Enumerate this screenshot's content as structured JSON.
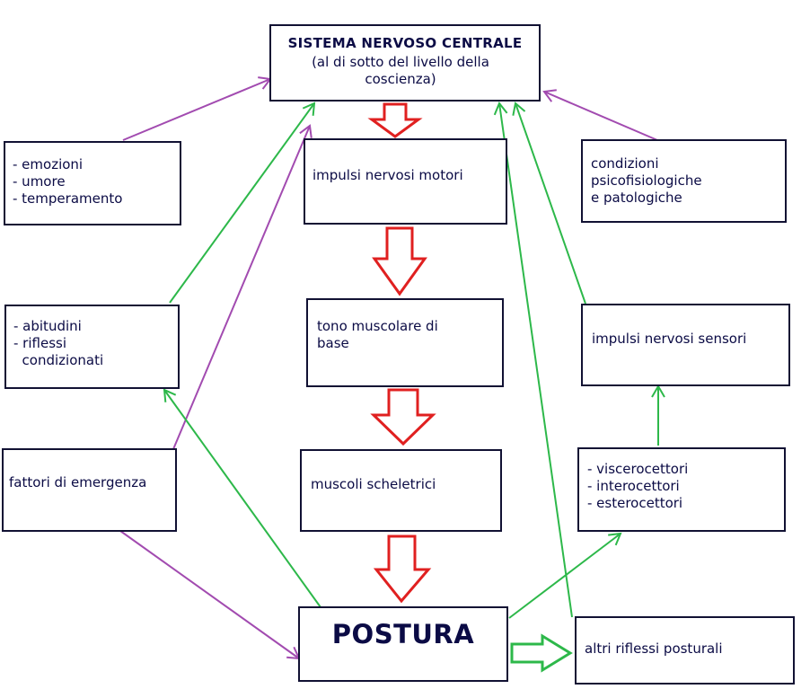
{
  "nodes": {
    "snc": {
      "title": "SISTEMA NERVOSO CENTRALE",
      "subtitle": "(al di sotto del livello della coscienza)"
    },
    "emozioni": {
      "lines": [
        "- emozioni",
        "- umore",
        "- temperamento"
      ]
    },
    "impulsi_motori": {
      "label": "impulsi nervosi motori"
    },
    "condizioni": {
      "lines": [
        "condizioni",
        "psicofisiologiche",
        "e patologiche"
      ]
    },
    "abitudini": {
      "lines": [
        "- abitudini",
        "- riflessi",
        "  condizionati"
      ]
    },
    "tono": {
      "lines": [
        "tono muscolare di",
        "base"
      ]
    },
    "impulsi_sensori": {
      "label": "impulsi nervosi sensori"
    },
    "emergenza": {
      "label": "fattori di emergenza"
    },
    "muscoli": {
      "label": "muscoli scheletrici"
    },
    "recettori": {
      "lines": [
        "- viscerocettori",
        "- interocettori",
        "- esterocettori"
      ]
    },
    "postura": {
      "label": "POSTURA"
    },
    "altri_riflessi": {
      "label": "altri riflessi posturali"
    }
  },
  "colors": {
    "red_arrow": "#e02020",
    "green_arrow": "#2db84a",
    "purple_arrow": "#a24bb0",
    "box_border": "#111133",
    "text": "#0b0b45"
  }
}
